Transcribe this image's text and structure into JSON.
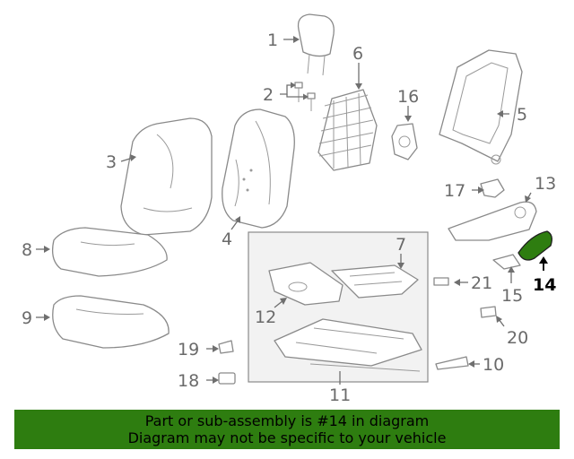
{
  "callouts": {
    "c1": "1",
    "c2": "2",
    "c3": "3",
    "c4": "4",
    "c5": "5",
    "c6": "6",
    "c7": "7",
    "c8": "8",
    "c9": "9",
    "c10": "10",
    "c11": "11",
    "c12": "12",
    "c13": "13",
    "c14": "14",
    "c15": "15",
    "c16": "16",
    "c17": "17",
    "c18": "18",
    "c19": "19",
    "c20": "20",
    "c21": "21"
  },
  "highlighted_part": "14",
  "colors": {
    "highlight_fill": "#2e7d10",
    "banner_bg": "#2e7d10",
    "line": "#8a8a8a"
  },
  "banner": {
    "line1": "Part or sub-assembly is #14 in diagram",
    "line2": "Diagram may not be specific to your vehicle"
  }
}
